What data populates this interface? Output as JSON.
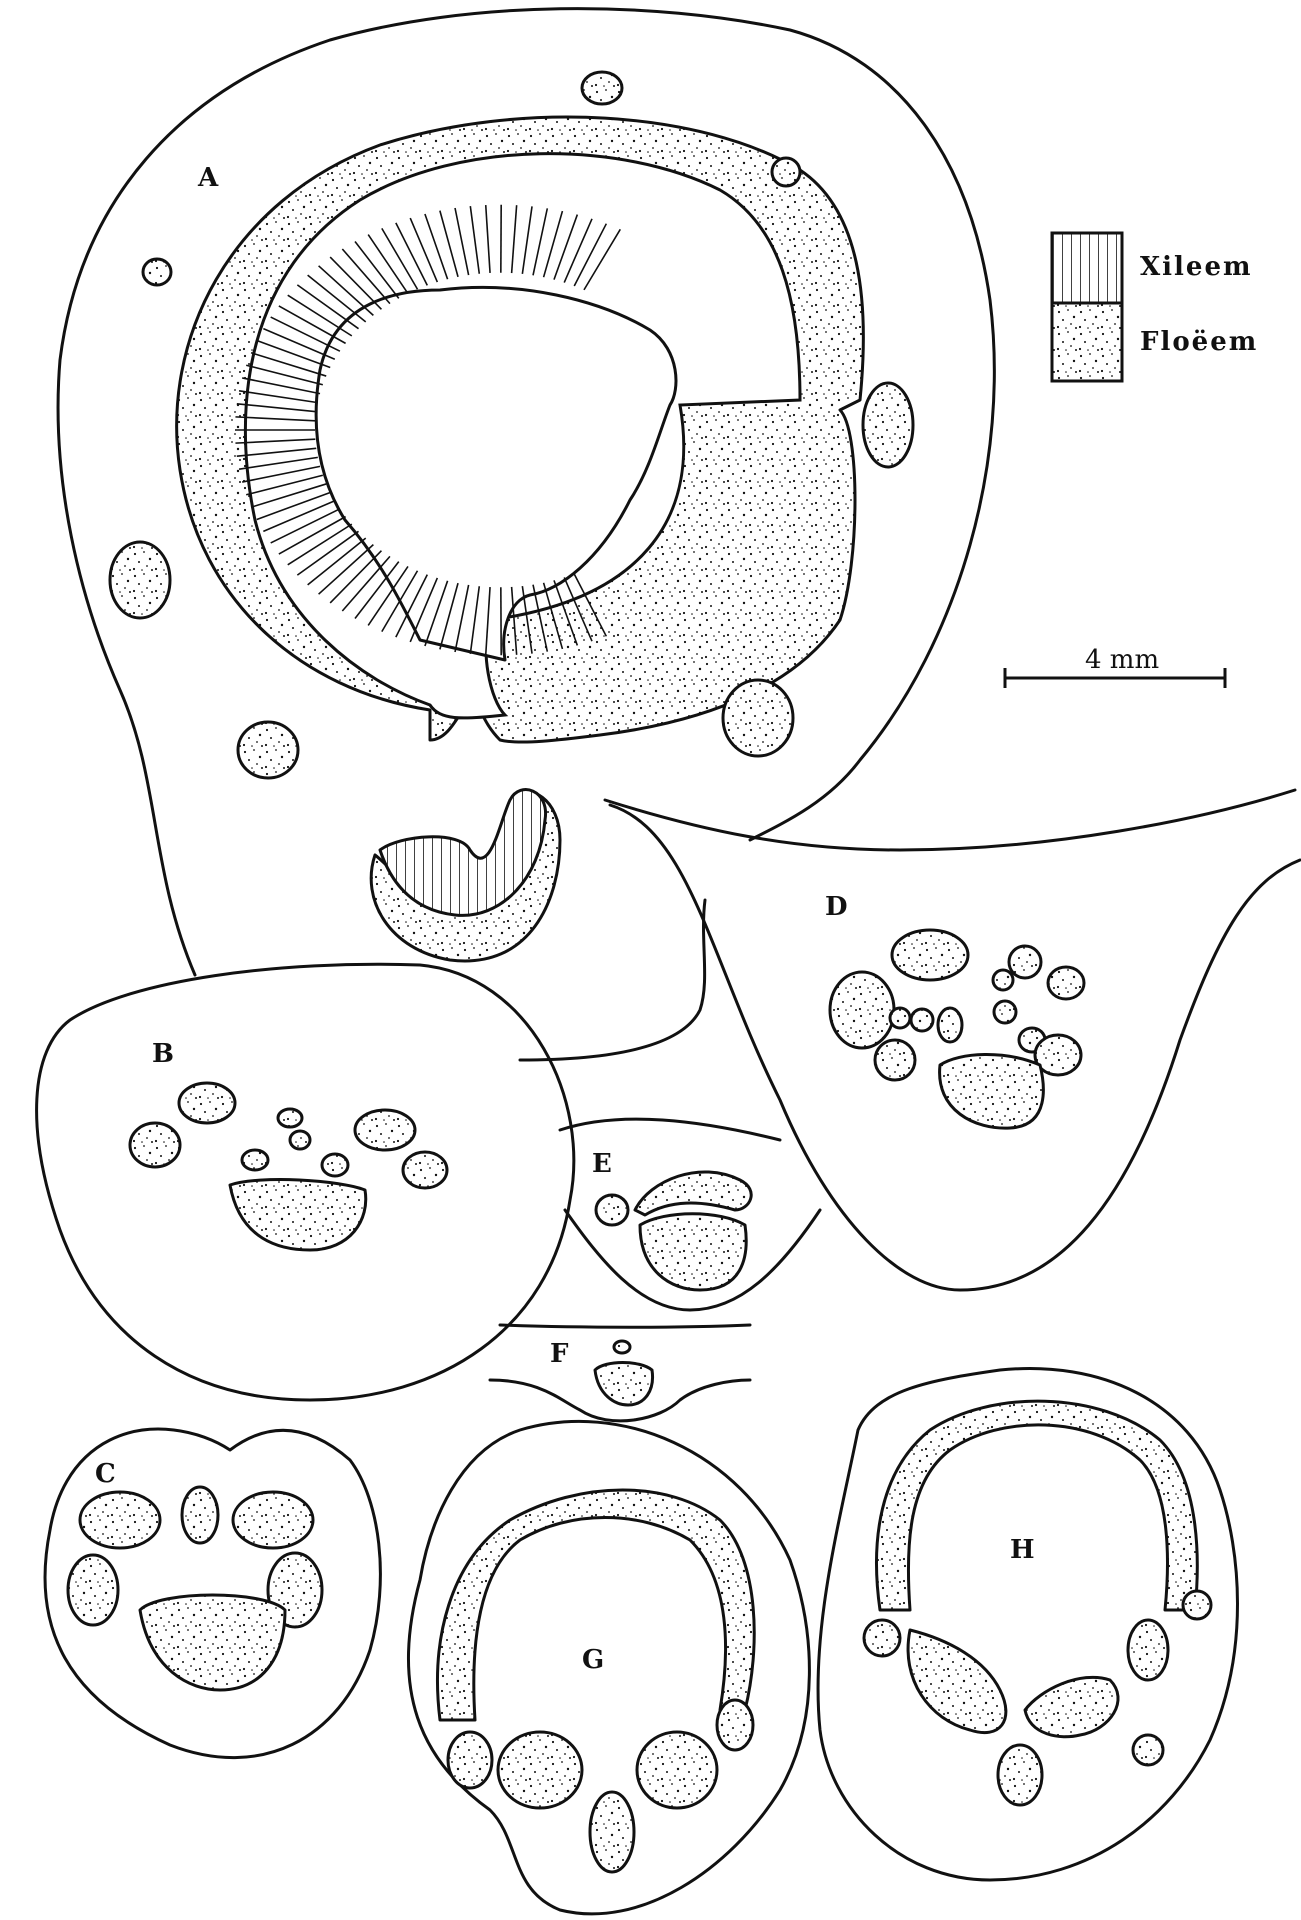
{
  "panels": {
    "a": "A",
    "b": "B",
    "c": "C",
    "d": "D",
    "e": "E",
    "f": "F",
    "g": "G",
    "h": "H"
  },
  "legend": {
    "xylem_label": "Xileem",
    "phloem_label": "Floëem",
    "xylem_pattern": "vertical-hatch",
    "phloem_pattern": "stipple"
  },
  "scale_bar": {
    "label": "4 mm"
  },
  "colors": {
    "ink": "#111111",
    "paper": "#ffffff"
  }
}
